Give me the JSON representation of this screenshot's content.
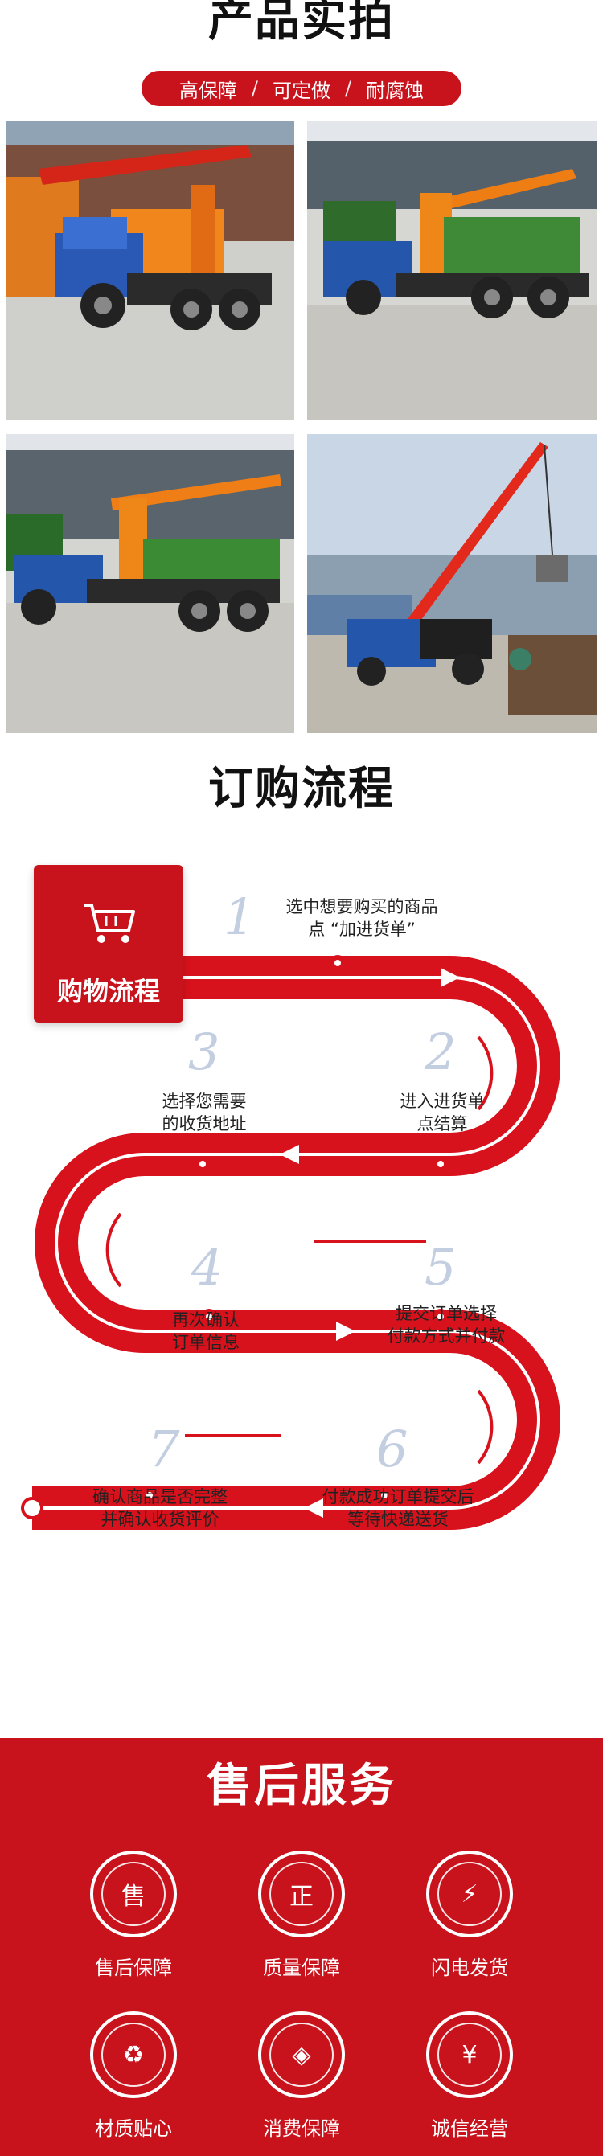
{
  "product": {
    "title": "产品实拍",
    "tags": [
      "高保障",
      "可定做",
      "耐腐蚀"
    ],
    "tag_sep": "/"
  },
  "process": {
    "title": "订购流程",
    "box_label": "购物流程",
    "steps": [
      {
        "num": "1",
        "lines": [
          "选中想要购买的商品",
          "点 “加进货单”"
        ]
      },
      {
        "num": "2",
        "lines": [
          "进入进货单",
          "点结算"
        ]
      },
      {
        "num": "3",
        "lines": [
          "选择您需要",
          "的收货地址"
        ]
      },
      {
        "num": "4",
        "lines": [
          "再次确认",
          "订单信息"
        ]
      },
      {
        "num": "5",
        "lines": [
          "提交订单选择",
          "付款方式并付款"
        ]
      },
      {
        "num": "6",
        "lines": [
          "付款成功订单提交后",
          "等待快递送货"
        ]
      },
      {
        "num": "7",
        "lines": [
          "确认商品是否完整",
          "并确认收货评价"
        ]
      }
    ],
    "colors": {
      "road": "#d8121c",
      "light": "#c3cfe0"
    }
  },
  "service": {
    "title": "售后服务",
    "items": [
      {
        "icon": "售",
        "label": "售后保障"
      },
      {
        "icon": "正",
        "label": "质量保障"
      },
      {
        "icon": "⚡",
        "label": "闪电发货"
      },
      {
        "icon": "♻",
        "label": "材质贴心"
      },
      {
        "icon": "◈",
        "label": "消费保障"
      },
      {
        "icon": "¥",
        "label": "诚信经营"
      }
    ],
    "bg": "#c8121c"
  }
}
